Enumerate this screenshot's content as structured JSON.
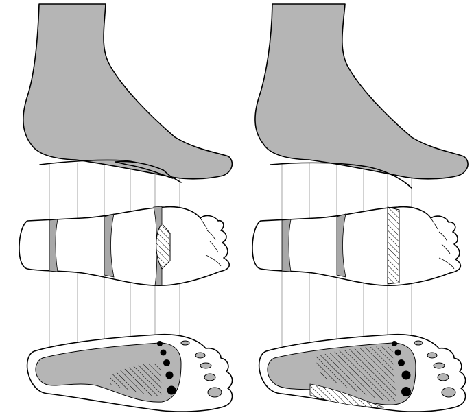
{
  "figure": {
    "panels": [
      {
        "id": "left",
        "insole_type": "support-wedge"
      },
      {
        "id": "right",
        "insole_type": "flat"
      }
    ]
  },
  "colors": {
    "foot_fill": "#b5b5b5",
    "band_fill": "#a8a8a8",
    "outline": "#000000",
    "background": "#ffffff",
    "guide_line": "#9a9a9a"
  }
}
